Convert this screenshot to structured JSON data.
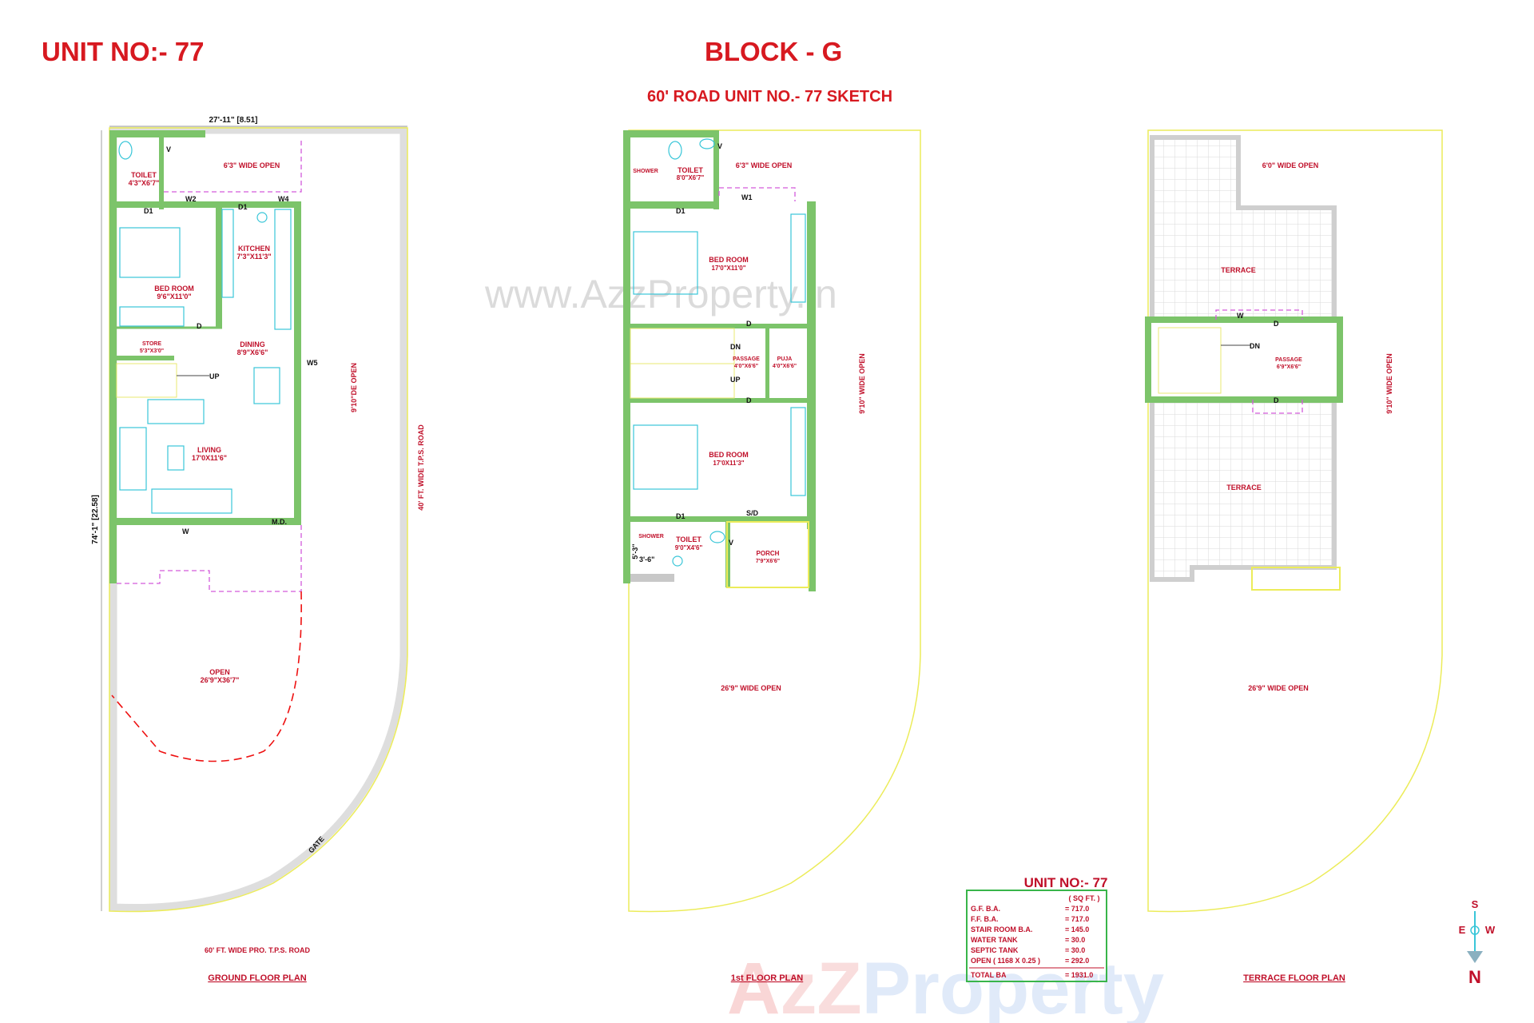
{
  "header": {
    "unit_title": "UNIT NO:-  77",
    "block_title": "BLOCK - G",
    "sketch_title": "60' ROAD UNIT NO.- 77 SKETCH"
  },
  "watermark": {
    "site": "www.AzzProperty.in",
    "brand_a": "A",
    "brand_zz": "zZ",
    "brand_rest": "Property"
  },
  "colors": {
    "wall_fill": "#7cc46a",
    "wall_grey": "#c8c8c8",
    "plot_line": "#ecec5a",
    "furniture": "#39c6d8",
    "label": "#c0102a",
    "dashed": "#d35adb",
    "heading_red": "#d71920",
    "tile": "#e3e3e3"
  },
  "ground_floor": {
    "width_dim": "27'-11\" [8.51]",
    "length_dim": "74'-1\" [22.58]",
    "road_front": "60' FT. WIDE  PRO.  T.P.S.  ROAD",
    "road_side": "40' FT.  WIDE  T.P.S. ROAD",
    "side_open": "9'10\"DE OPEN",
    "title": "GROUND FLOOR PLAN",
    "gate": "GATE",
    "rooms": {
      "toilet": "TOILET",
      "toilet_size": "4'3\"X6'7\"",
      "wide_open": "6'3\" WIDE OPEN",
      "kitchen": "KITCHEN",
      "kitchen_size": "7'3\"X11'3\"",
      "bed": "BED ROOM",
      "bed_size": "9'6\"X11'0\"",
      "store": "STORE",
      "store_size": "5'3\"X3'0\"",
      "dining": "DINING",
      "dining_size": "8'9\"X6'6\"",
      "living": "LIVING",
      "living_size": "17'0X11'6\"",
      "open": "OPEN",
      "open_size": "26'9\"X36'7\""
    },
    "marks": {
      "v": "V",
      "w2": "W2",
      "d1a": "D1",
      "d1b": "D1",
      "w4": "W4",
      "d": "D",
      "up": "UP",
      "w5": "W5",
      "w": "W",
      "md": "M.D."
    }
  },
  "first_floor": {
    "title": "1st FLOOR PLAN",
    "wide_open": "6'3\" WIDE OPEN",
    "side_open": "9'10\" WIDE OPEN",
    "front_open": "26'9\" WIDE OPEN",
    "rooms": {
      "shower_top": "SHOWER",
      "toilet_top": "TOILET",
      "toilet_top_size": "8'0\"X6'7\"",
      "bed1": "BED ROOM",
      "bed1_size": "17'0\"X11'0\"",
      "passage": "PASSAGE",
      "passage_size": "4'0\"X6'6\"",
      "puja": "PUJA",
      "puja_size": "4'0\"X6'6\"",
      "bed2": "BED ROOM",
      "bed2_size": "17'0X11'3\"",
      "shower_bottom": "SHOWER",
      "toilet_bottom": "TOILET",
      "toilet_bottom_size": "9'0\"X4'6\"",
      "porch": "PORCH",
      "porch_size": "7'9\"X6'6\""
    },
    "marks": {
      "v1": "V",
      "d1a": "D1",
      "w1": "W1",
      "d_a": "D",
      "dn": "DN",
      "up": "UP",
      "d_b": "D",
      "d1b": "D1",
      "sd": "S/D",
      "v2": "V",
      "dim1": "5'-3\"",
      "dim2": "3'-6\""
    }
  },
  "terrace_floor": {
    "title": "TERRACE FLOOR PLAN",
    "wide_open": "6'0\" WIDE OPEN",
    "side_open": "9'10\" WIDE OPEN",
    "front_open": "26'9\" WIDE OPEN",
    "terrace_top": "TERRACE",
    "terrace_bottom": "TERRACE",
    "passage": "PASSAGE",
    "passage_size": "6'9\"X6'6\"",
    "marks": {
      "w": "W",
      "d1": "D",
      "dn": "DN",
      "d2": "D"
    }
  },
  "area_table": {
    "title": "UNIT NO:- 77",
    "unit_header": "( SQ FT. )",
    "rows": [
      {
        "label": "G.F. B.A.",
        "value": "= 717.0"
      },
      {
        "label": "F.F. B.A.",
        "value": "= 717.0"
      },
      {
        "label": "STAIR ROOM B.A.",
        "value": "= 145.0"
      },
      {
        "label": "WATER TANK",
        "value": "=   30.0"
      },
      {
        "label": "SEPTIC TANK",
        "value": "=   30.0"
      },
      {
        "label": "OPEN ( 1168 X 0.25 )",
        "value": "=  292.0"
      }
    ],
    "total_label": "TOTAL BA",
    "total_value": "= 1931.0"
  },
  "compass": {
    "s": "S",
    "e": "E",
    "w": "W",
    "n": "N"
  }
}
